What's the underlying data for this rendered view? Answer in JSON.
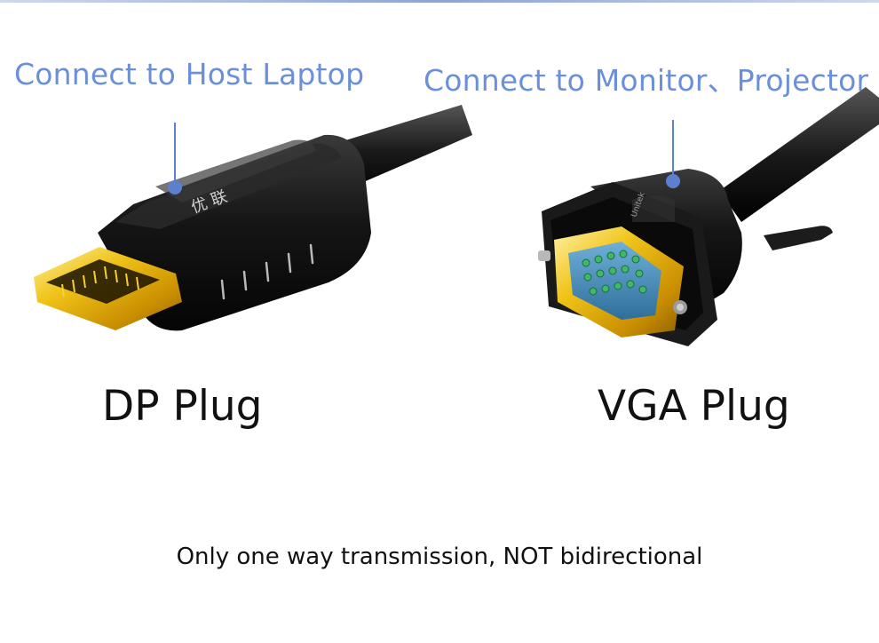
{
  "callouts": {
    "host": "Connect to Host Laptop",
    "monitor": "Connect to Monitor、Projector"
  },
  "plugs": {
    "dp_label": "DP Plug",
    "vga_label": "VGA Plug"
  },
  "dp_connector_marking": "优 联",
  "vga_connector_marking": "Unitek",
  "note": "Only one way transmission, NOT bidirectional",
  "colors": {
    "callout_text": "#6b8fd9",
    "pointer_line": "#5b80d0",
    "connector_body": "#1a1a1a",
    "gold_contacts": "#e6b400",
    "vga_pins_block": "#4a8fbf"
  }
}
